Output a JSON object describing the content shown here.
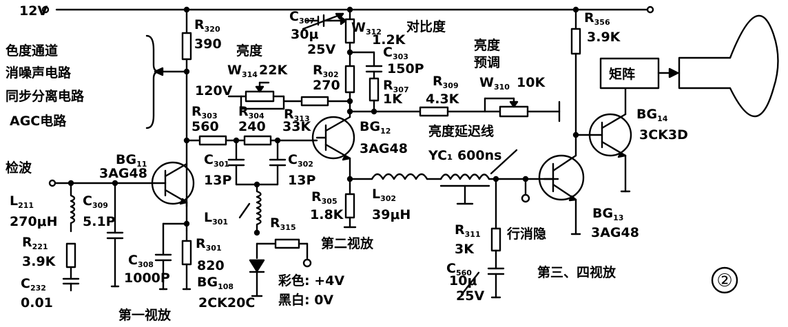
{
  "supply": {
    "v12": "12V",
    "v120": "120V"
  },
  "channels": [
    "色度通道",
    "消噪声电路",
    "同步分离电路",
    "AGC电路"
  ],
  "input_label": "检波",
  "stages": {
    "first": "第一视放",
    "second": "第二视放",
    "third_fourth": "第三、四视放"
  },
  "brightness": "亮度",
  "brightness_preset": [
    "亮度",
    "预调"
  ],
  "contrast": "对比度",
  "delay_line": {
    "name": "亮度延迟线",
    "part": "YC₁ 600ns"
  },
  "blanking": "行消隐",
  "matrix": "矩阵",
  "color_mode": {
    "color": "彩色: +4V",
    "bw": "黑白: 0V"
  },
  "figure_number": "②",
  "components": {
    "R320": {
      "ref": "R",
      "sub": "320",
      "val": "390"
    },
    "C307": {
      "ref": "C",
      "sub": "307",
      "val1": "30μ",
      "val2": "25V"
    },
    "W312": {
      "ref": "W",
      "sub": "312",
      "val": "1.2K"
    },
    "C303": {
      "ref": "C",
      "sub": "303",
      "val": "150P"
    },
    "R356": {
      "ref": "R",
      "sub": "356",
      "val": "3.9K"
    },
    "W314": {
      "ref": "W",
      "sub": "314",
      "val": "22K"
    },
    "R302": {
      "ref": "R",
      "sub": "302",
      "val": "270"
    },
    "R307": {
      "ref": "R",
      "sub": "307",
      "val": "1K"
    },
    "R309": {
      "ref": "R",
      "sub": "309",
      "val": "4.3K"
    },
    "W310": {
      "ref": "W",
      "sub": "310",
      "val": "10K"
    },
    "R303": {
      "ref": "R",
      "sub": "303",
      "val": "560"
    },
    "R304": {
      "ref": "R",
      "sub": "304",
      "val": "240"
    },
    "R313": {
      "ref": "R",
      "sub": "313",
      "val": "33K"
    },
    "BG12": {
      "ref": "BG",
      "sub": "12",
      "val": "3AG48"
    },
    "BG14": {
      "ref": "BG",
      "sub": "14",
      "val": "3CK3D"
    },
    "BG11": {
      "ref": "BG",
      "sub": "11",
      "val": "3AG48"
    },
    "C301": {
      "ref": "C",
      "sub": "301",
      "val": "13P"
    },
    "C302": {
      "ref": "C",
      "sub": "302",
      "val": "13P"
    },
    "L211": {
      "ref": "L",
      "sub": "211",
      "val": "270μH"
    },
    "C309": {
      "ref": "C",
      "sub": "309",
      "val": "5.1P"
    },
    "L301": {
      "ref": "L",
      "sub": "301",
      "val": ""
    },
    "R305": {
      "ref": "R",
      "sub": "305",
      "val": "1.8K"
    },
    "L302": {
      "ref": "L",
      "sub": "302",
      "val": "39μH"
    },
    "R221": {
      "ref": "R",
      "sub": "221",
      "val": "3.9K"
    },
    "C232": {
      "ref": "C",
      "sub": "232",
      "val": "0.01"
    },
    "C308": {
      "ref": "C",
      "sub": "308",
      "val": "1000P"
    },
    "R301": {
      "ref": "R",
      "sub": "301",
      "val": "820"
    },
    "R315": {
      "ref": "R",
      "sub": "315",
      "val": ""
    },
    "BG108": {
      "ref": "BG",
      "sub": "108",
      "val": "2CK20C"
    },
    "R311": {
      "ref": "R",
      "sub": "311",
      "val": "3K"
    },
    "C560": {
      "ref": "C",
      "sub": "560",
      "val1": "10μ",
      "val2": "25V"
    },
    "BG13": {
      "ref": "BG",
      "sub": "13",
      "val": "3AG48"
    }
  }
}
